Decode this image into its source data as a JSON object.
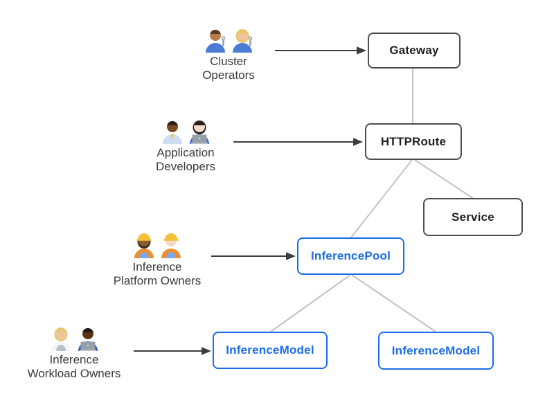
{
  "diagram": {
    "personas": [
      {
        "label_line1": "Cluster",
        "label_line2": "Operators",
        "icons": [
          "man-mechanic",
          "woman-mechanic"
        ]
      },
      {
        "label_line1": "Application",
        "label_line2": "Developers",
        "icons": [
          "man-office-worker",
          "woman-technologist"
        ]
      },
      {
        "label_line1": "Inference",
        "label_line2": "Platform Owners",
        "icons": [
          "woman-construction-worker",
          "man-construction-worker"
        ]
      },
      {
        "label_line1": "Inference",
        "label_line2": "Workload Owners",
        "icons": [
          "health-worker",
          "man-technologist-dark"
        ]
      }
    ],
    "nodes": {
      "gateway": {
        "label": "Gateway"
      },
      "httproute": {
        "label": "HTTPRoute"
      },
      "service": {
        "label": "Service"
      },
      "inferencepool": {
        "label": "InferencePool"
      },
      "inferencemodel_left": {
        "label": "InferenceModel"
      },
      "inferencemodel_right": {
        "label": "InferenceModel"
      }
    },
    "colors": {
      "blue_accent": "#1b6ce8",
      "gray_box_border": "#4d4d4d",
      "connector_gray": "#c2c2c2",
      "arrow_dark": "#3d3d3d",
      "label_text": "#3a3a3a"
    }
  }
}
